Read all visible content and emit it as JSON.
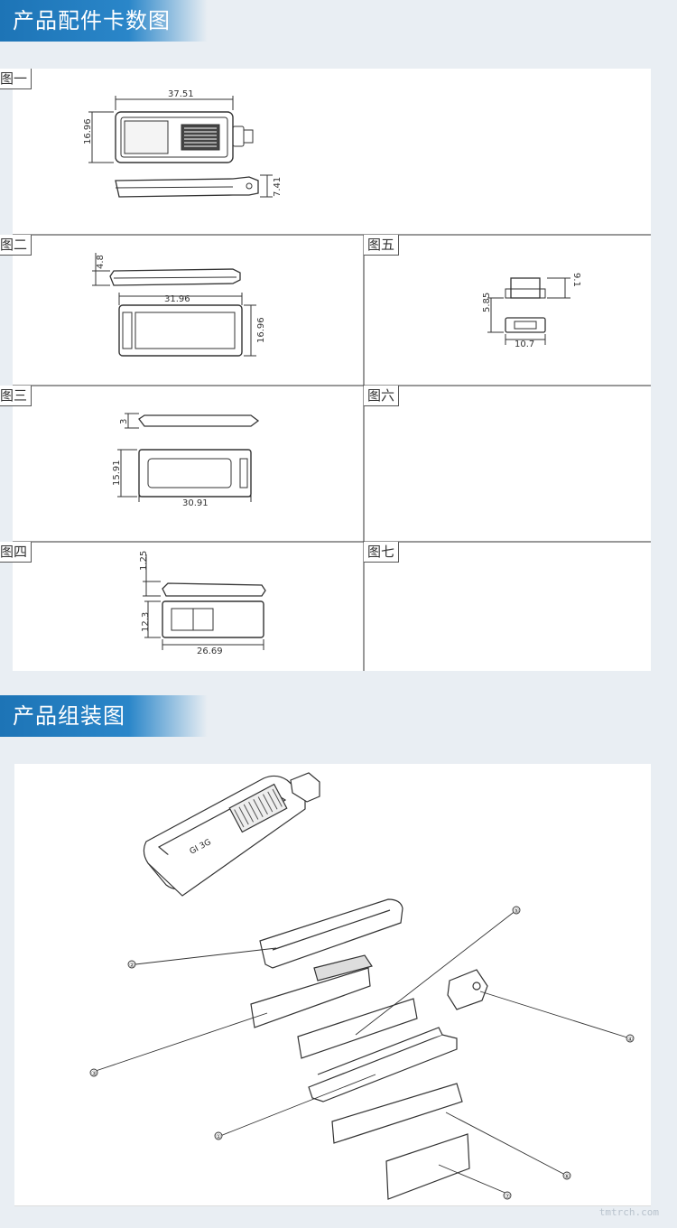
{
  "section1": {
    "title": "产品配件卡数图",
    "cells": {
      "fig1": {
        "label": "图一",
        "dims": [
          "37.51",
          "16.96",
          "7.41"
        ]
      },
      "fig2": {
        "label": "图二",
        "dims": [
          "4.8",
          "31.96",
          "16.96"
        ]
      },
      "fig3": {
        "label": "图三",
        "dims": [
          "3",
          "15.91",
          "30.91"
        ]
      },
      "fig4": {
        "label": "图四",
        "dims": [
          "1.25",
          "12.3",
          "26.69"
        ]
      },
      "fig5": {
        "label": "图五",
        "dims": [
          "9.1",
          "5.85",
          "10.7"
        ]
      },
      "fig6": {
        "label": "图六"
      },
      "fig7": {
        "label": "图七"
      }
    }
  },
  "section2": {
    "title": "产品组装图",
    "body_mark": "GI 3G",
    "parts": [
      "①",
      "②",
      "③",
      "④",
      "⑤",
      "⑥",
      "⑦"
    ],
    "watermark": "tmtrch.com"
  },
  "colors": {
    "banner": "#1d74b6",
    "bg": "#e9eef3",
    "line": "#333333"
  }
}
